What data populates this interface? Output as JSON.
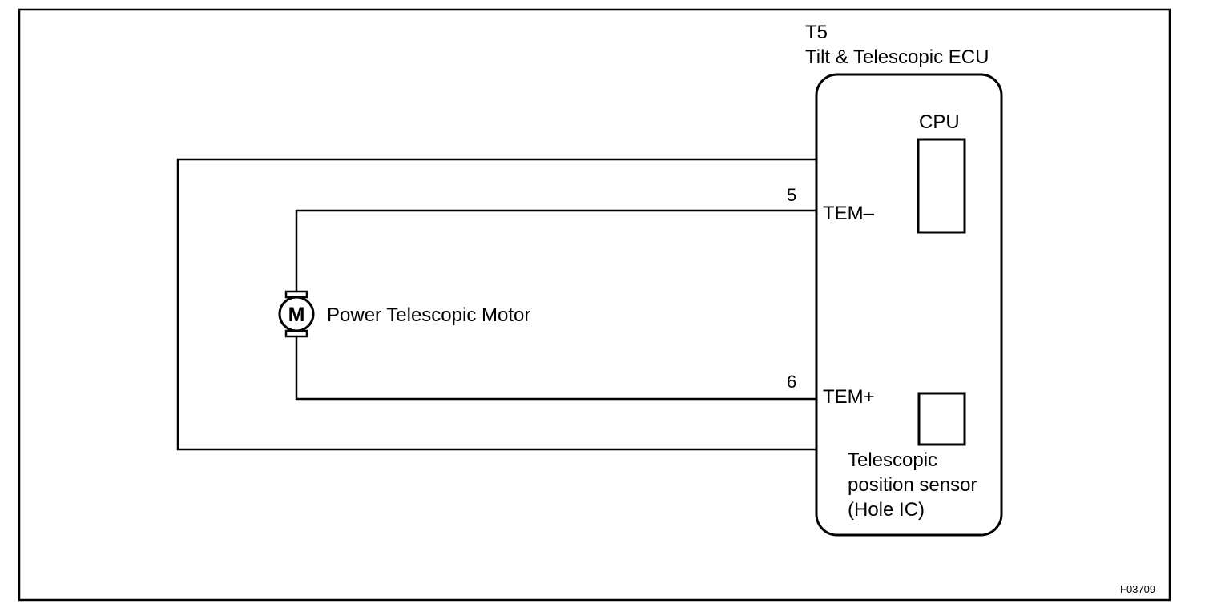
{
  "ecu": {
    "connector": "T5",
    "name": "Tilt & Telescopic ECU",
    "cpu_label": "CPU",
    "sensor_label_lines": [
      "Telescopic",
      "position sensor",
      "(Hole IC)"
    ]
  },
  "terminals": [
    {
      "pin": "5",
      "name": "TEM–"
    },
    {
      "pin": "6",
      "name": "TEM+"
    }
  ],
  "motor": {
    "symbol": "M",
    "label": "Power Telescopic Motor"
  },
  "figure_code": "F03709"
}
